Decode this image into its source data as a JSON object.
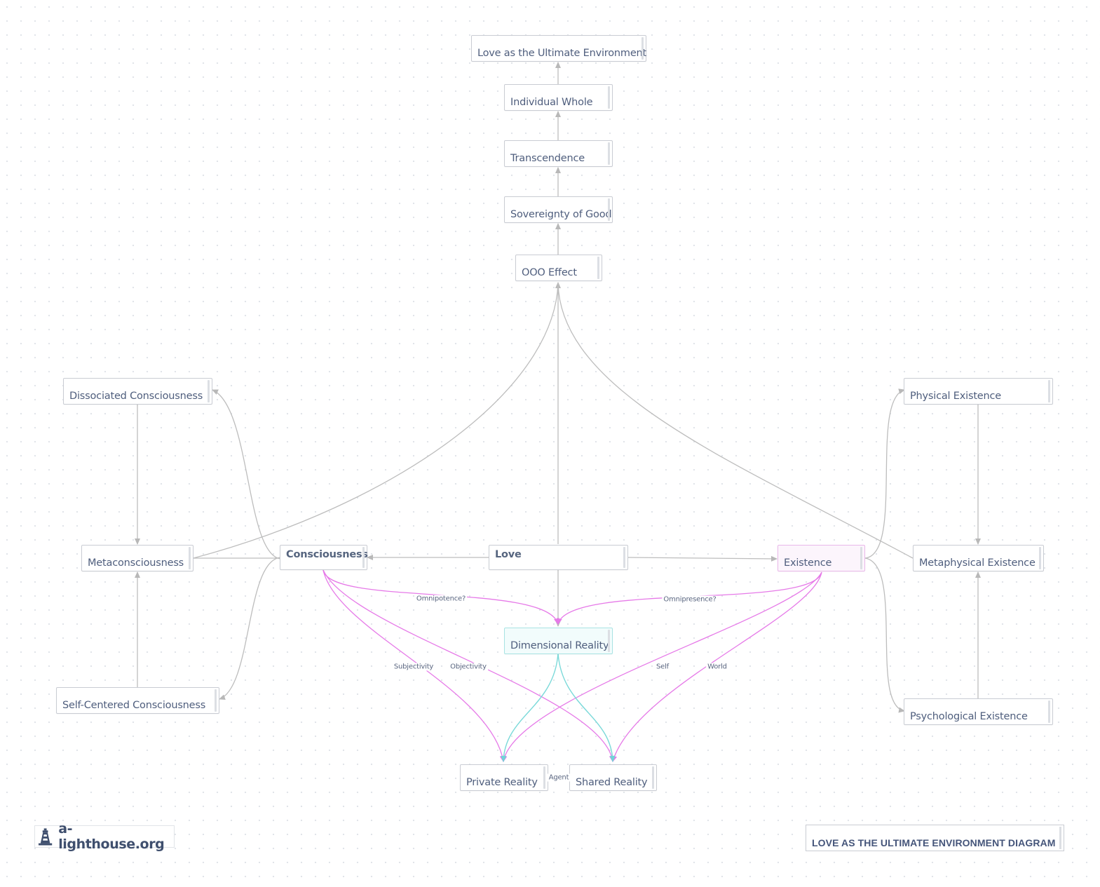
{
  "nodes": {
    "love_ultimate_environment": "Love as the Ultimate Environment",
    "individual_whole": "Individual Whole",
    "transcendence": "Transcendence",
    "sovereignty_of_good": "Sovereignty of Good",
    "ooo_effect": "OOO Effect",
    "dissociated_consciousness": "Dissociated Consciousness",
    "metaconsciousness": "Metaconsciousness",
    "self_centered_consciousness": "Self-Centered Consciousness",
    "consciousness": "Consciousness",
    "love": "Love",
    "existence": "Existence",
    "physical_existence": "Physical Existence",
    "metaphysical_existence": "Metaphysical Existence",
    "psychological_existence": "Psychological Existence",
    "dimensional_reality": "Dimensional Reality",
    "private_reality": "Private Reality",
    "shared_reality": "Shared Reality"
  },
  "edge_labels": {
    "omnipotence": "Omnipotence?",
    "omnipresence": "Omnipresence?",
    "subjectivity": "Subjectivity",
    "objectivity": "Objectivity",
    "self": "Self",
    "world": "World",
    "agent": "Agent"
  },
  "colors": {
    "edge_gray": "#bdbdbd",
    "edge_magenta": "#e67ae8",
    "edge_cyan": "#7ad9d9"
  },
  "footer": {
    "logo_text": "a-lighthouse.org",
    "logo_icon": "lighthouse-icon",
    "diagram_title": "LOVE AS THE ULTIMATE ENVIRONMENT DIAGRAM"
  }
}
